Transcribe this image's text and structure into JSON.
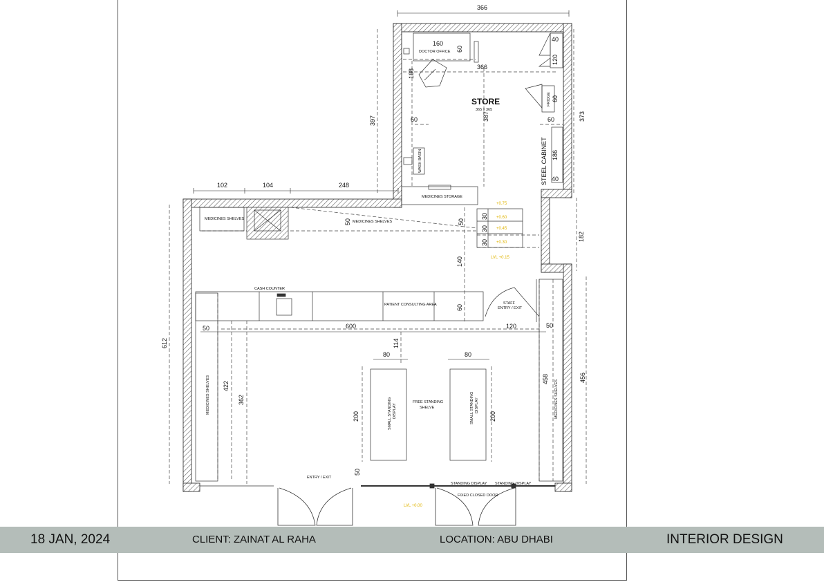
{
  "title_block": {
    "date": "18 JAN, 2024",
    "client": "CLIENT:  ZAINAT AL RAHA",
    "location": "LOCATION: ABU DHABI",
    "discipline": "INTERIOR DESIGN"
  },
  "rooms": {
    "store": "STORE",
    "store_size": "365 x 365"
  },
  "labels": {
    "doctor_office": "DOCTOR OFFICE",
    "wash_basin": "WASH BASIN",
    "fridge": "FRIDGE",
    "steel_cabinet": "STEEL CABINET",
    "medicines_storage": "MEDICINES STORAGE",
    "medicines_shelves_top_left": "MEDICINES SHELVES",
    "medicines_shelves_top": "MEDICINES SHELVES",
    "cash_counter": "CASH COUNTER",
    "patient_consulting_area": "PATIENT CONSULTING AREA",
    "staff_entry": "STAFF",
    "staff_entry_2": "ENTRY / EXIT",
    "medicines_shelves_left": "MEDICINES SHELVES",
    "medicines_shelves_right": "MEDICINES SHELVES",
    "small_display_left_1": "SMALL STANDING",
    "small_display_left_2": "DISPLAY",
    "small_display_right_1": "SMALL STANDING",
    "small_display_right_2": "DISPLAY",
    "free_standing_1": "FREE STANDING",
    "free_standing_2": "SHELVE",
    "entry_exit": "ENTRY / EXIT",
    "standing_display_1": "STANDING DISPLAY",
    "standing_display_2": "STANDING DISPLAY",
    "fixed_closed_door": "FIXED CLOSED DOOR"
  },
  "levels": {
    "lvl_075": "+0.75",
    "lvl_060": "+0.60",
    "lvl_045": "+0.45",
    "lvl_030": "+0.30",
    "lvl_015": "LVL +0.15",
    "lvl_000": "LVL +0.00"
  },
  "dimensions": {
    "top_366": "366",
    "d160": "160",
    "d60_office": "60",
    "d188": "188",
    "d366_inner": "366",
    "d40_top": "40",
    "d120": "120",
    "fridge_60": "60",
    "d373": "373",
    "d397": "397",
    "d387": "387",
    "wb_60": "60",
    "sc_60": "60",
    "sc_186": "186",
    "sc_40": "40",
    "d102": "102",
    "d104": "104",
    "d248": "248",
    "shelf_50_left": "50",
    "shelf_50_right": "50",
    "step_30_a": "30",
    "step_30_b": "30",
    "step_30_c": "30",
    "d182": "182",
    "d140": "140",
    "counter_60": "60",
    "d612": "612",
    "d50_left": "50",
    "d600": "600",
    "d120_bottom": "120",
    "d50_right": "50",
    "d114": "114",
    "d80_left": "80",
    "d80_right": "80",
    "d422": "422",
    "d362": "362",
    "d200_left": "200",
    "d200_right": "200",
    "d458": "458",
    "d456": "456",
    "d50_entry": "50"
  },
  "colors": {
    "title_block_bg": "#b4bdb9",
    "level_text": "#e0b400",
    "wall_hatch": "#666666"
  }
}
